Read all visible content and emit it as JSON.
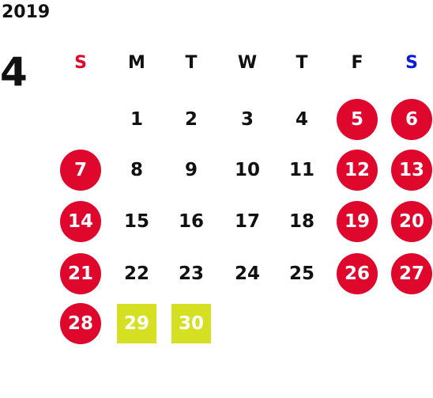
{
  "calendar": {
    "year": "2019",
    "month": "4",
    "weekdays": [
      {
        "label": "S",
        "color": "#e0072d"
      },
      {
        "label": "M",
        "color": "#111111"
      },
      {
        "label": "T",
        "color": "#111111"
      },
      {
        "label": "W",
        "color": "#111111"
      },
      {
        "label": "T",
        "color": "#111111"
      },
      {
        "label": "F",
        "color": "#111111"
      },
      {
        "label": "S",
        "color": "#0a1ae0"
      }
    ],
    "first_weekday_index": 1,
    "days": [
      {
        "label": "1",
        "style": "normal"
      },
      {
        "label": "2",
        "style": "normal"
      },
      {
        "label": "3",
        "style": "normal"
      },
      {
        "label": "4",
        "style": "normal"
      },
      {
        "label": "5",
        "style": "weekend"
      },
      {
        "label": "6",
        "style": "weekend"
      },
      {
        "label": "7",
        "style": "weekend"
      },
      {
        "label": "8",
        "style": "normal"
      },
      {
        "label": "9",
        "style": "normal"
      },
      {
        "label": "10",
        "style": "normal"
      },
      {
        "label": "11",
        "style": "normal"
      },
      {
        "label": "12",
        "style": "weekend"
      },
      {
        "label": "13",
        "style": "weekend"
      },
      {
        "label": "14",
        "style": "weekend"
      },
      {
        "label": "15",
        "style": "normal"
      },
      {
        "label": "16",
        "style": "normal"
      },
      {
        "label": "17",
        "style": "normal"
      },
      {
        "label": "18",
        "style": "normal"
      },
      {
        "label": "19",
        "style": "weekend"
      },
      {
        "label": "20",
        "style": "weekend"
      },
      {
        "label": "21",
        "style": "weekend"
      },
      {
        "label": "22",
        "style": "normal"
      },
      {
        "label": "23",
        "style": "normal"
      },
      {
        "label": "24",
        "style": "normal"
      },
      {
        "label": "25",
        "style": "normal"
      },
      {
        "label": "26",
        "style": "weekend"
      },
      {
        "label": "27",
        "style": "weekend"
      },
      {
        "label": "28",
        "style": "weekend"
      },
      {
        "label": "29",
        "style": "special"
      },
      {
        "label": "30",
        "style": "special"
      }
    ]
  },
  "colors": {
    "weekend_circle": "#e0072d",
    "special_square": "#d5e022",
    "sunday_header": "#e0072d",
    "saturday_header": "#0a1ae0"
  }
}
